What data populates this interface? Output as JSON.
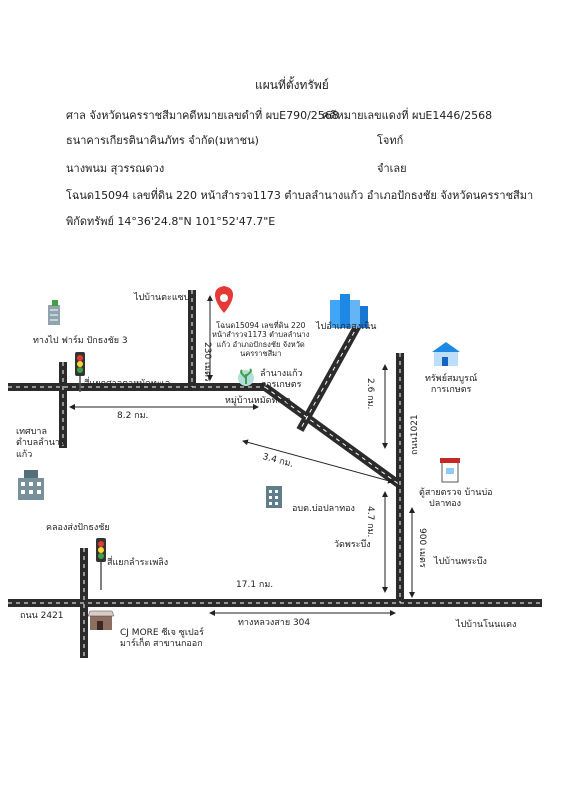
{
  "header": {
    "title": "แผนที่ตั้งทรัพย์",
    "court": "ศาล จังหวัดนครราชสีมา",
    "black_case": "คดีหมายเลขดำที่ ผบE790/2568",
    "red_case": "คดีหมายเลขแดงที่ ผบE1446/2568",
    "plaintiff_name": "ธนาคารเกียรตินาคินภัทร จำกัด(มหาชน)",
    "plaintiff_role": "โจทก์",
    "defendant_name": "นางพนม สุวรรณดวง",
    "defendant_role": "จำเลย",
    "deed": "โฉนด15094 เลขที่ดิน 220 หน้าสำรวจ1173 ตำบลลำนางแก้ว อำเภอปักธงชัย จังหวัดนครราชสีมา",
    "coords": "พิกัดทรัพย์ 14°36'24.8\"N 101°52'47.7\"E"
  },
  "map": {
    "to_ban_tasaeb": "ไปบ้านตะแซบ",
    "property_desc": [
      "โฉนด15094 เลขที่ดิน 220",
      "หน้าสำรวจ1173 ตำบลลำนาง",
      "แก้ว อำเภอปักธงชัย จังหวัด",
      "นครราชสีมา"
    ],
    "dist_230": "230 เมตร",
    "to_amphoe_sung_noen": "ไปอำเภอสูงเนิน",
    "to_farm": "ทางไป ฟาร์ม ปักธงชัย 3",
    "junction_san_ta_mot": "สี่แยกศาลตาหมัดทะเล",
    "lamnangkaeo_agri": [
      "ลำนางแก้ว",
      "การเกษตร"
    ],
    "village_mot_thale": "หมู่บ้านหมัดทะเล",
    "dist_2_6": "2.6 กม.",
    "sapsombun_agri": [
      "ทรัพย์สมบูรณ์",
      "การเกษตร"
    ],
    "road_1021": "ถนน1021",
    "tessaban": [
      "เทศบาล",
      "ตำบลลำนาง",
      "แก้ว"
    ],
    "dist_8_2": "8.2 กม.",
    "dist_3_4": "3.4 กม.",
    "police_box": [
      "ตู้สายตรวจ บ้านบ่อ",
      "ปลาทอง"
    ],
    "obt_bo_pla_thong": "อบต.บ่อปลาทอง",
    "dist_4_7": "4.7 กม.",
    "dist_900": "900 เมตร",
    "wat_phrabueng": "วัดพระบึง",
    "khlong_song": "คลองส่งปักธงชัย",
    "junction_ra_phueng": "สี่แยกลำระเพลิง",
    "to_ban_phrabueng": "ไปบ้านพระบึง",
    "dist_17_1": "17.1 กม.",
    "road_2421": "ถนน 2421",
    "highway_304": "ทางหลวงสาย 304",
    "cj_more": [
      "CJ MORE ซีเจ ซูเปอร์",
      "มาร์เก็ต สาขานกออก"
    ],
    "to_ban_nonnaeng": "ไปบ้านโนนแดง"
  },
  "icons": {
    "pin_color": "#e53935",
    "road_color": "#2b2b2b",
    "building_color": "#1e88e5"
  }
}
